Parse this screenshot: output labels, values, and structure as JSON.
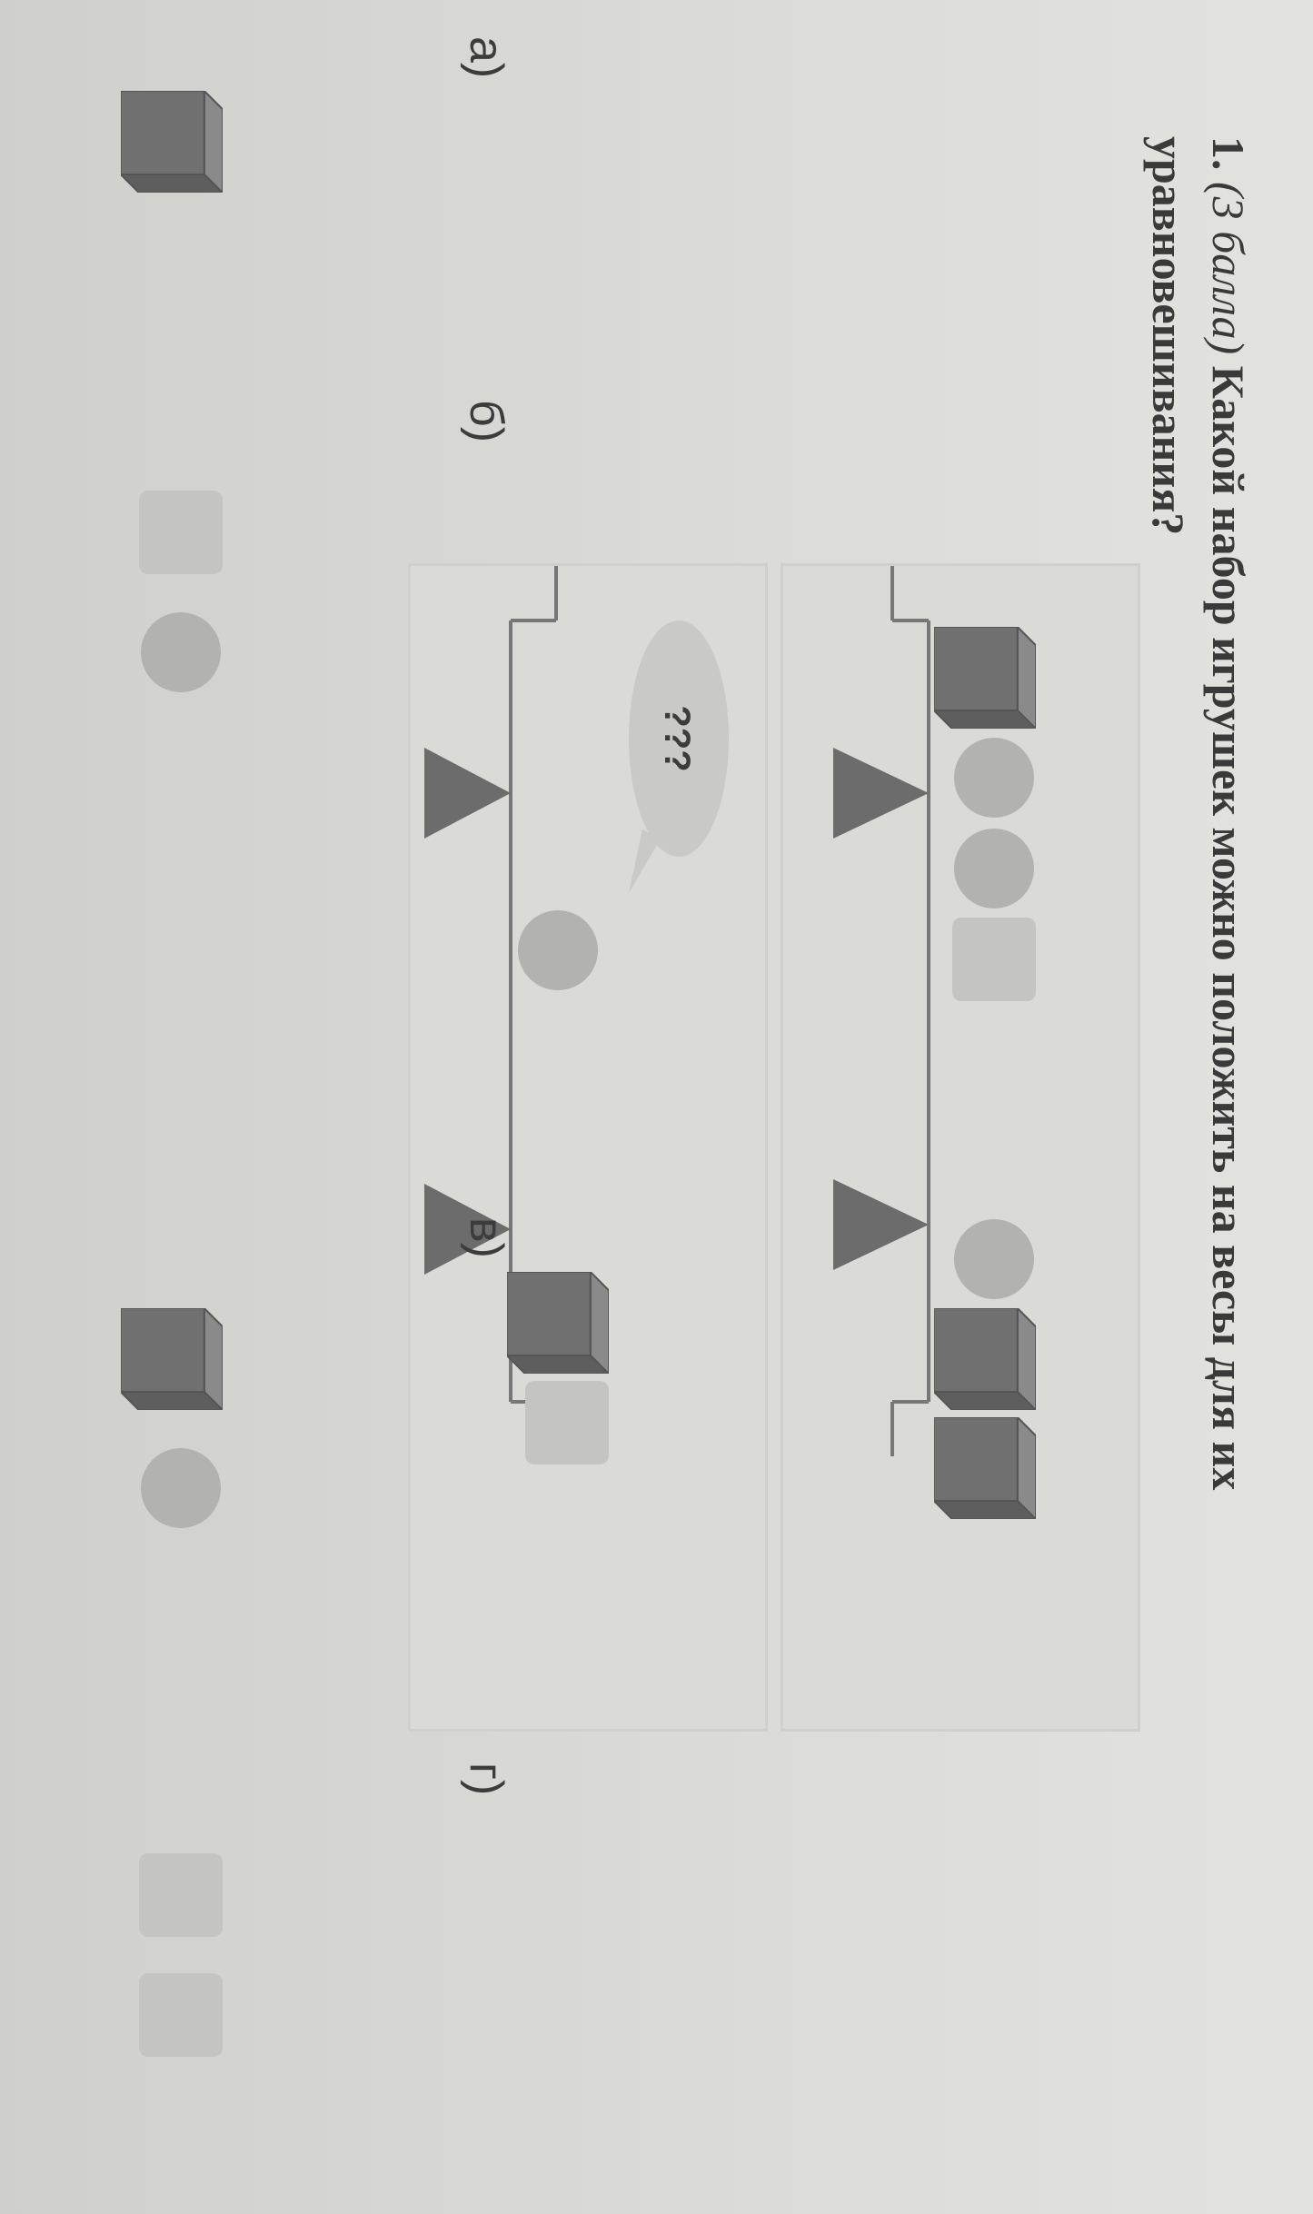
{
  "question": {
    "number": "1.",
    "points": "(3 балла)",
    "text_line1": "Какой набор игрушек можно положить на весы для их",
    "text_line2": "уравновешивания?"
  },
  "scales": [
    {
      "left_pan": [
        "cube",
        "ball",
        "ball",
        "block"
      ],
      "right_pan": [
        "ball",
        "cube",
        "cube"
      ]
    },
    {
      "left_pan": [
        "unknown",
        "ball"
      ],
      "right_pan": [
        "cube",
        "block"
      ],
      "unknown_label": "???"
    }
  ],
  "options": [
    {
      "label": "а)",
      "items": [
        "cube"
      ]
    },
    {
      "label": "б)",
      "items": [
        "block",
        "ball"
      ]
    },
    {
      "label": "в)",
      "items": [
        "cube",
        "ball"
      ]
    },
    {
      "label": "г)",
      "items": [
        "block",
        "block"
      ]
    }
  ],
  "colors": {
    "paper": "#dadad7",
    "cube_front": "#707070",
    "cube_top": "#8a8a8a",
    "cube_side": "#5e5e5e",
    "ball": "#b2b2b0",
    "block": "#c4c4c2",
    "fulcrum": "#6c6c6c",
    "beam": "#777777"
  }
}
